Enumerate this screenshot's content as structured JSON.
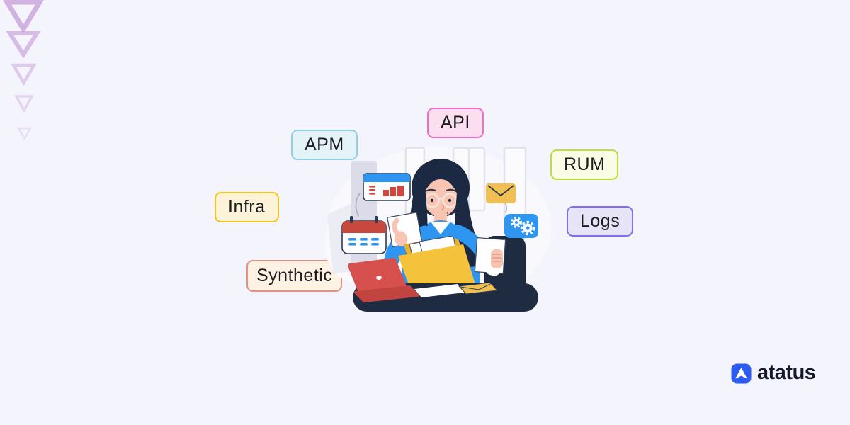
{
  "page": {
    "background": "#f4f4fc",
    "description": "Atatus monitoring banner: illustration of a woman with glasses at a desk sorting documents, surrounded by product labels"
  },
  "decoration": {
    "triangle_color": "#cfaede"
  },
  "labels": [
    {
      "text": "APM",
      "bg": "#e4f3f8",
      "border": "#8fd0e6"
    },
    {
      "text": "API",
      "bg": "#fbdff0",
      "border": "#f06dc3"
    },
    {
      "text": "RUM",
      "bg": "#fbfce6",
      "border": "#bcdf3a"
    },
    {
      "text": "Infra",
      "bg": "#fcf3d9",
      "border": "#f2c41d"
    },
    {
      "text": "Logs",
      "bg": "#e7e4f8",
      "border": "#7f6ff0"
    },
    {
      "text": "Synthetic",
      "bg": "#fdf2e3",
      "border": "#df927f"
    }
  ],
  "illustration": {
    "subject": "woman with glasses in blue sweater holding papers at a desk",
    "icons": [
      "bar-chart-card-icon",
      "calendar-icon",
      "mail-envelope-icon",
      "gears-icon"
    ],
    "objects": [
      "red-laptop",
      "yellow-folder",
      "white-papers",
      "yellow-envelope",
      "navy-desk",
      "office-chair"
    ],
    "colors": {
      "blob": "#f9f9fd",
      "navy": "#1e2b40",
      "blue": "#2e96f0",
      "red": "#d0493f",
      "yellow": "#f5c33b",
      "skin": "#f7c5b2"
    }
  },
  "logo": {
    "text": "atatus",
    "icon_bg": "#2d5af0",
    "text_color": "#15192b"
  }
}
